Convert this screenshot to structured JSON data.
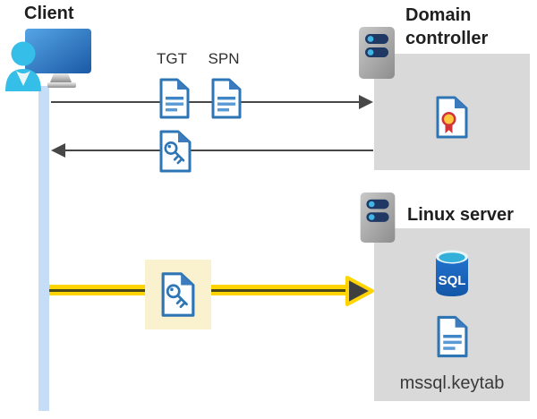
{
  "client": {
    "label": "Client"
  },
  "domain_controller": {
    "label": "Domain controller"
  },
  "linux_server": {
    "label": "Linux server",
    "sql_badge": "SQL",
    "keytab_filename": "mssql.keytab"
  },
  "messages": {
    "tgt_label": "TGT",
    "spn_label": "SPN"
  },
  "icons": {
    "client": "monitor-user-icon",
    "server": "server-tower-icon",
    "ticket_document": "document-icon",
    "key_ticket": "key-document-icon",
    "certificate": "certificate-document-icon",
    "sql_database": "sql-database-icon"
  },
  "colors": {
    "doc_blue": "#2E75B6",
    "doc_line_blue": "#5B9BD5",
    "timeline_blue": "#C5DDF7",
    "container_gray": "#D9D9D9",
    "arrow_gray": "#474747",
    "highlight_fill": "#FAF2CE",
    "arrow_yellow": "#FFD400",
    "sql_blue": "#1760C4",
    "server_navy": "#1F3864",
    "accent_cyan": "#35BEE8",
    "cert_red": "#D13438",
    "cert_gold": "#FFC83D"
  }
}
